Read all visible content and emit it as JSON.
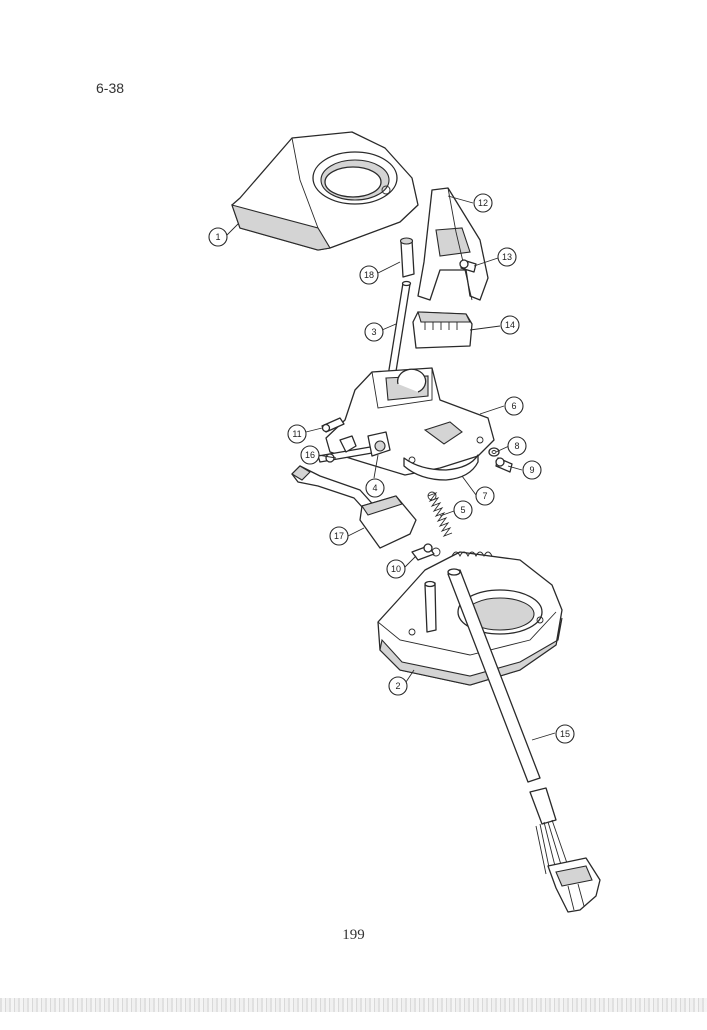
{
  "page": {
    "section_number": "6-38",
    "page_number": "199"
  },
  "callouts": [
    "1",
    "2",
    "3",
    "4",
    "5",
    "6",
    "7",
    "8",
    "9",
    "10",
    "11",
    "12",
    "13",
    "14",
    "15",
    "16",
    "17",
    "18"
  ],
  "colors": {
    "line": "#2a2a2a",
    "shading": "#d4d4d4",
    "background": "#ffffff"
  }
}
